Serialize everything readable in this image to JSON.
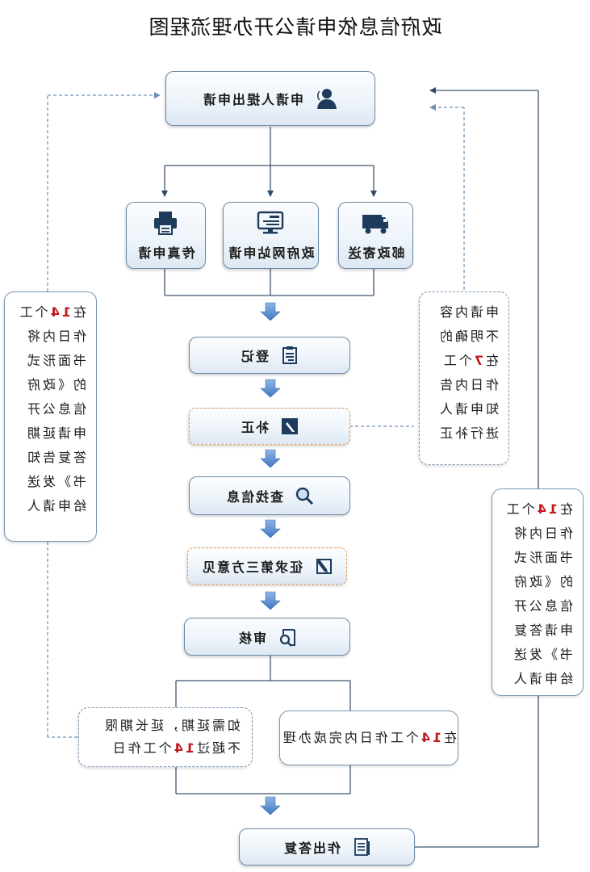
{
  "title": "政府信息依申请公开办理流程图",
  "nodes": {
    "apply": "申请人提出申请",
    "mail": "邮政寄送",
    "website": "政府网站申请",
    "fax": "传真申请",
    "register": "登记",
    "correct": "补正",
    "search": "查找信息",
    "third_party": "征求第三方意见",
    "review": "审核",
    "reply": "作出答复"
  },
  "notes": {
    "left": {
      "l1a": "在",
      "l1b": "14",
      "l1c": "个工",
      "l2": "作日内将",
      "l3": "书面形式",
      "l4": "的《政府",
      "l5": "信息公开",
      "l6": "申请延期",
      "l7": "答复告知",
      "l8": "书》发送",
      "l9": "给申请人"
    },
    "correction": {
      "l1": "申请内容",
      "l2": "不明确的",
      "l3a": "在",
      "l3b": "7",
      "l3c": "个工",
      "l4": "作日内告",
      "l5": "知申请人",
      "l6": "进行补正"
    },
    "right": {
      "l1a": "在",
      "l1b": "14",
      "l1c": "个工",
      "l2": "作日内将",
      "l3": "书面形式",
      "l4": "的《政府",
      "l5": "信息公开",
      "l6": "申请答复",
      "l7": "书》发送",
      "l8": "给申请人"
    },
    "complete": {
      "a": "在",
      "b": "14",
      "c": "个工作日内完成办理"
    },
    "extension": {
      "l1": "如需延期，延长期限",
      "l2a": "不超过",
      "l2b": "14",
      "l2c": "个工作日"
    }
  },
  "icons": [
    "user-icon",
    "truck-icon",
    "monitor-icon",
    "printer-icon",
    "clipboard-icon",
    "pencil-icon",
    "magnifier-icon",
    "edit-icon",
    "audit-icon",
    "document-icon"
  ],
  "colors": {
    "box_border": "#6d89a7",
    "box_fill": "#eef4fa",
    "arrow": "#5b8fd0",
    "line": "#3f556c",
    "dashed_line": "#6f8fb0",
    "dashed_orange": "#e39a55",
    "highlight": "#c0191c"
  }
}
